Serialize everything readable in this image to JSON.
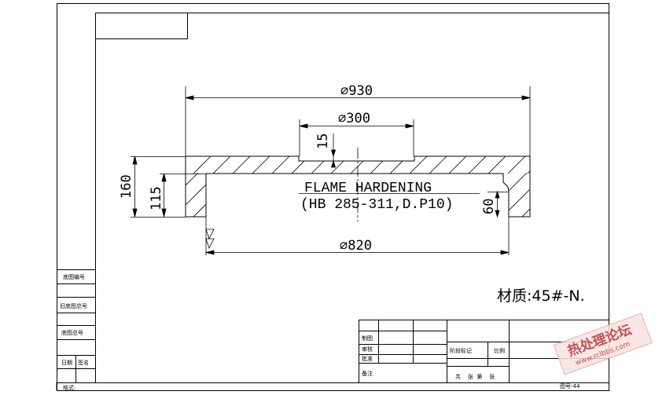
{
  "dimensions": {
    "outer_diameter": "⌀930",
    "bore_diameter": "⌀300",
    "bore_depth": "15",
    "total_height": "160",
    "inner_height": "115",
    "inner_diameter": "⌀820",
    "rim_height": "60"
  },
  "notes": {
    "line1": "FLAME HARDENING",
    "line2": "(HB 285-311,D.P10)"
  },
  "material": "材质:45#-N.",
  "side_table": {
    "row1": "底图编号",
    "row2": "旧底图总号",
    "row3": "底图总号",
    "row4_a": "日期",
    "row4_b": "签名",
    "footer": "格式:"
  },
  "title_block": {
    "drawn": "制图",
    "checked": "审核",
    "approved": "批准",
    "remarks": "备注",
    "stage": "阶段标记",
    "scale": "比例",
    "sheets": "共    张  第    张",
    "page_code": "图号-44"
  },
  "watermark": {
    "cn": "热处理论坛",
    "url": "www.rclbbs.com"
  }
}
